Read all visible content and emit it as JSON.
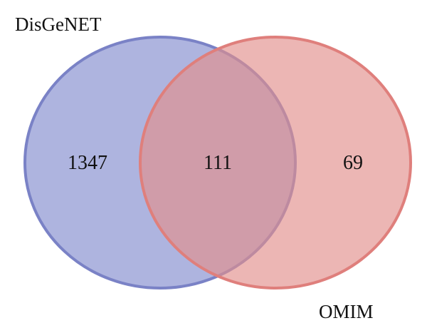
{
  "sets": [
    {
      "name": "DisGeNET",
      "color": "#8f97d2",
      "stroke": "#7a82c6"
    },
    {
      "name": "OMIM",
      "color": "#e28f8c",
      "stroke": "#df7f7c"
    }
  ],
  "regions": {
    "disgenet_only": "1347",
    "intersection": "111",
    "omim_only": "69"
  }
}
